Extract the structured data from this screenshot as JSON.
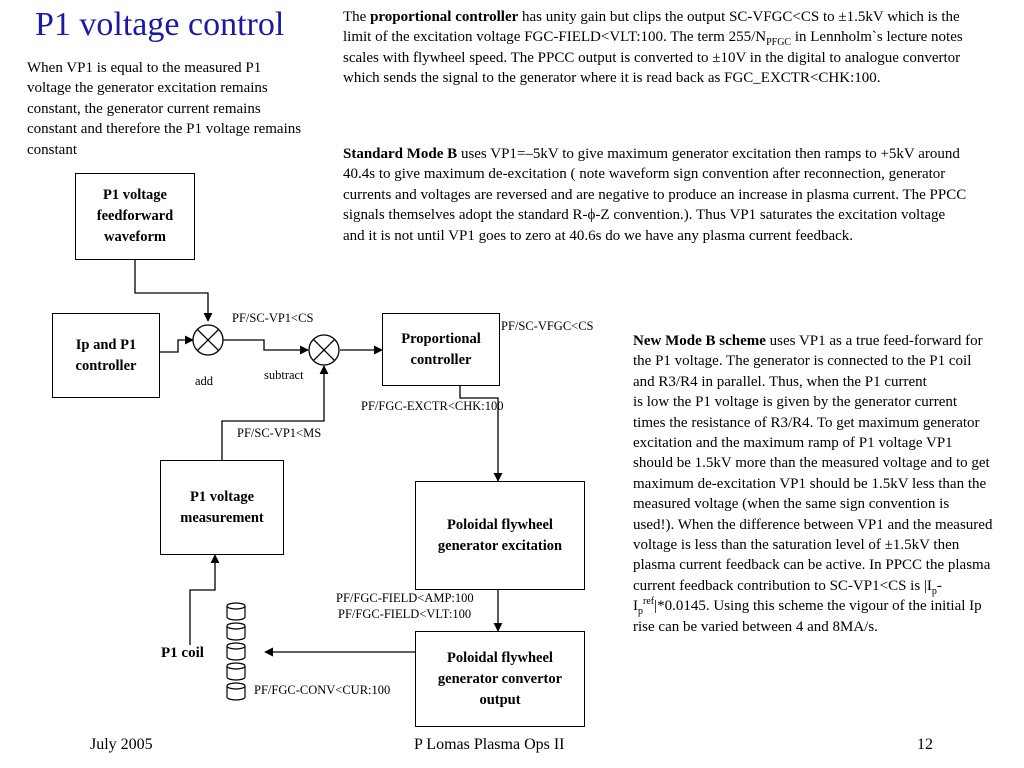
{
  "title": "P1 voltage control",
  "left_text": "When VP1 is equal to the measured P1 voltage the generator excitation remains constant, the generator current remains constant and therefore the P1 voltage remains constant",
  "top_text": {
    "t1": "The ",
    "b1": "proportional controller",
    "t2": " has unity gain but clips the output SC-VFGC<CS to ±1.5kV which is the limit of the excitation voltage FGC-FIELD<VLT:100. The term 255/N",
    "sub1": "PFGC",
    "t3": " in Lennholm`s lecture notes scales with flywheel speed. The PPCC output is converted to ±10V in the digital to analogue convertor which sends the signal to the generator where it is read back as FGC_EXCTR<CHK:100."
  },
  "mid_text": {
    "b1": "Standard Mode B",
    "t1": " uses VP1=–5kV to give maximum generator excitation then ramps to +5kV around 40.4s to give maximum de-excitation ( note waveform sign convention after reconnection, generator currents and voltages are reversed and are negative to produce an increase in plasma current. The PPCC signals themselves adopt the standard R-ϕ-Z convention.). Thus VP1 saturates the excitation voltage and it is not until VP1 goes to zero at 40.6s do we have any plasma current feedback."
  },
  "right_text": {
    "b1": "New Mode B scheme",
    "t1": " uses VP1 as a true feed-forward for the P1 voltage. The generator is connected to the P1 coil and R3/R4 in parallel. Thus, when the P1 current",
    "t2": "is low the P1 voltage is given by the generator current times the resistance of R3/R4. To get maximum generator excitation and the maximum ramp of P1 voltage VP1 should be 1.5kV more than the measured voltage and to get maximum de-excitation VP1 should be 1.5kV less than the measured voltage (when the same sign convention is used!). When the difference between VP1 and the measured voltage is less than the saturation level of ±1.5kV then plasma current feedback can be active. In PPCC the plasma current feedback contribution to SC-VP1<CS is |I",
    "sub1": "p",
    "t3": "-I",
    "sub2": "p",
    "sup1": "ref",
    "t4": "|*0.0145. Using this scheme the vigour of the initial Ip rise can be varied between 4 and 8MA/s."
  },
  "diagram": {
    "boxes": {
      "feedforward": [
        "P1 voltage",
        "feedforward",
        "waveform"
      ],
      "ip_controller": [
        "Ip and P1",
        "controller"
      ],
      "proportional": [
        "Proportional",
        "controller"
      ],
      "measurement": [
        "P1 voltage",
        "measurement"
      ],
      "excitation": [
        "Poloidal  flywheel",
        "generator excitation"
      ],
      "convertor": [
        "Poloidal flywheel",
        "generator convertor",
        "output"
      ]
    },
    "labels": {
      "vp1_cs": "PF/SC-VP1<CS",
      "vfgc_cs": "PF/SC-VFGC<CS",
      "add": "add",
      "subtract": "subtract",
      "exctr_chk": "PF/FGC-EXCTR<CHK:100",
      "vp1_ms": "PF/SC-VP1<MS",
      "field_amp": "PF/FGC-FIELD<AMP:100",
      "field_vlt": "PF/FGC-FIELD<VLT:100",
      "conv_cur": "PF/FGC-CONV<CUR:100",
      "p1_coil": "P1 coil"
    }
  },
  "footer": {
    "date": "July 2005",
    "center": "P Lomas  Plasma Ops II",
    "page": "12"
  }
}
